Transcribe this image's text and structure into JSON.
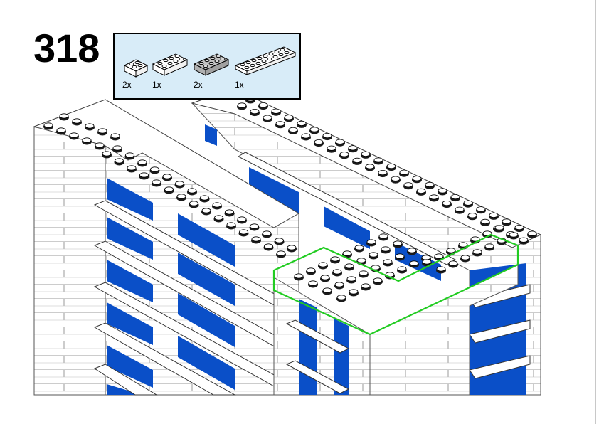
{
  "step": {
    "number": "318"
  },
  "parts_list": {
    "items": [
      {
        "qty": "2x",
        "color": "#ffffff",
        "icon": "brick-2x2-icon"
      },
      {
        "qty": "1x",
        "color": "#ffffff",
        "icon": "brick-2x4-icon"
      },
      {
        "qty": "2x",
        "color": "#b5b5b5",
        "icon": "brick-2x4-gray-icon"
      },
      {
        "qty": "1x",
        "color": "#ffffff",
        "icon": "plate-2x8-icon"
      }
    ],
    "background": "#d8ecf8"
  },
  "colors": {
    "window_blue": "#0a4fc8",
    "highlight_green": "#22cc22",
    "brick_white": "#ffffff",
    "stud_dark": "#222222"
  }
}
